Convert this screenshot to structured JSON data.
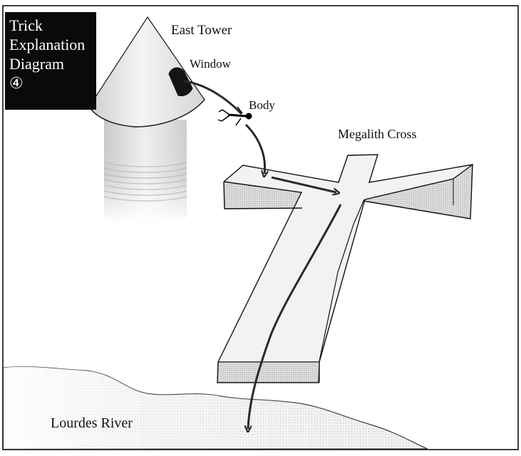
{
  "title": {
    "line1": "Trick",
    "line2": "Explanation",
    "line3": "Diagram",
    "number": "④"
  },
  "labels": {
    "east_tower": "East Tower",
    "window": "Window",
    "body": "Body",
    "megalith_cross": "Megalith Cross",
    "lourdes_river": "Lourdes River"
  },
  "colors": {
    "title_bg": "#0a0a0a",
    "title_text": "#ffffff",
    "line": "#111111",
    "arrow": "#2a2a2a"
  }
}
